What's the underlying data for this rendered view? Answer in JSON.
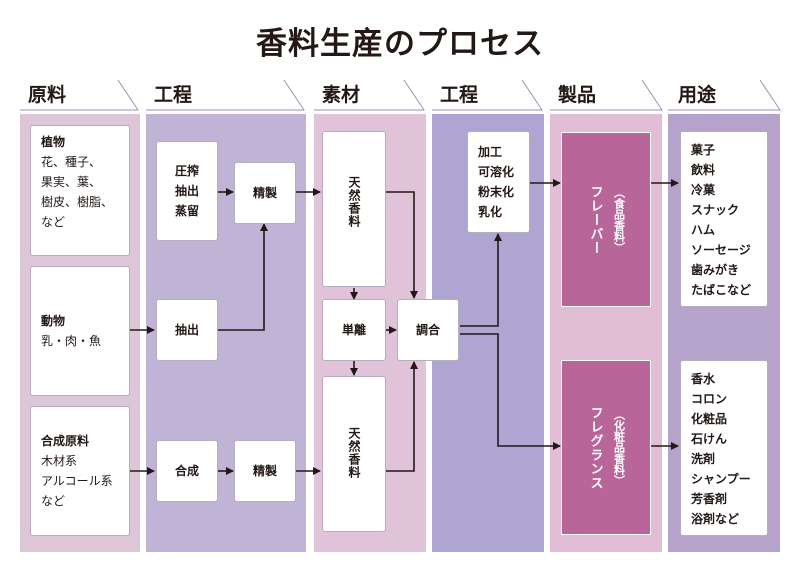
{
  "title": "香料生産のプロセス",
  "headers": [
    "原料",
    "工程",
    "素材",
    "工程",
    "製品",
    "用途"
  ],
  "colors": {
    "band_raw": "#dcc6d8",
    "band_process": "#bfb3d6",
    "band_material": "#e1c3d9",
    "band_process2": "#aea5d2",
    "band_product": "#e2bdd6",
    "band_use": "#b5a3cc",
    "product_box": "#b8659a",
    "box_border": "#b6aec0"
  },
  "raw": [
    {
      "head": "植物",
      "lines": [
        "花、種子、",
        "果実、葉、",
        "樹皮、樹脂、",
        "など"
      ]
    },
    {
      "head": "動物",
      "lines": [
        "乳・肉・魚"
      ]
    },
    {
      "head": "合成原料",
      "lines": [
        "木材系",
        "アルコール系",
        "など"
      ]
    }
  ],
  "process": {
    "plant_methods": [
      "圧搾",
      "抽出",
      "蒸留"
    ],
    "refine_1": "精製",
    "animal_method": "抽出",
    "synth": "合成",
    "refine_2": "精製"
  },
  "material": {
    "natural_1": "天然香料",
    "isolation": "単離",
    "natural_2": "天然香料"
  },
  "process2": {
    "blend": "調合",
    "methods": [
      "加工",
      "可溶化",
      "粉末化",
      "乳化"
    ]
  },
  "products": [
    {
      "name": "フレーバー",
      "sub": "（食品香料）"
    },
    {
      "name": "フレグランス",
      "sub": "（化粧品香料）"
    }
  ],
  "uses": {
    "flavor": [
      "菓子",
      "飲料",
      "冷菓",
      "スナック",
      "ハム",
      "ソーセージ",
      "歯みがき",
      "たばこなど"
    ],
    "fragrance": [
      "香水",
      "コロン",
      "化粧品",
      "石けん",
      "洗剤",
      "シャンプー",
      "芳香剤",
      "浴剤など"
    ]
  }
}
